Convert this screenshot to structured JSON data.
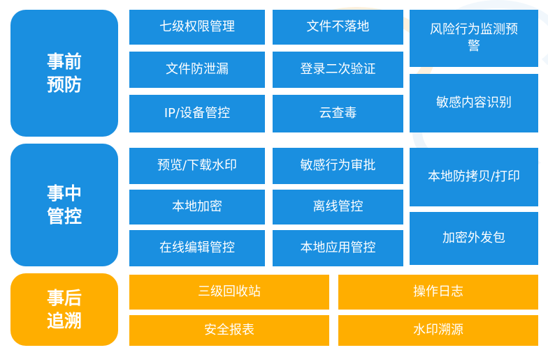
{
  "colors": {
    "blue": "#1a8fe0",
    "orange": "#ffae00"
  },
  "categories": [
    {
      "label": "事前预防"
    },
    {
      "label": "事中管控"
    },
    {
      "label": "事后追溯"
    }
  ],
  "prevention": {
    "items": [
      "七级权限管理",
      "文件不落地",
      "风险行为监测预警",
      "文件防泄漏",
      "登录二次验证",
      "IP/设备管控",
      "云查毒",
      "敏感内容识别"
    ]
  },
  "control": {
    "items": [
      "预览/下载水印",
      "敏感行为审批",
      "本地防拷贝/打印",
      "本地加密",
      "离线管控",
      "加密外发包",
      "在线编辑管控",
      "本地应用管控"
    ]
  },
  "tracing": {
    "items": [
      "三级回收站",
      "操作日志",
      "安全报表",
      "水印溯源"
    ]
  }
}
